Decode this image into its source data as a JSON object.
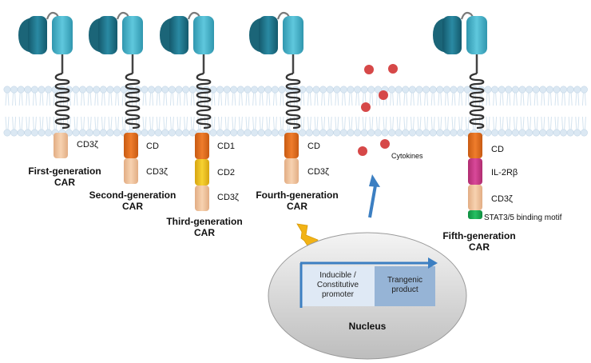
{
  "generations": [
    {
      "title_line1": "First-generation",
      "title_line2": "CAR",
      "domains": [
        "CD3ζ"
      ]
    },
    {
      "title_line1": "Second-generation",
      "title_line2": "CAR",
      "domains": [
        "CD",
        "CD3ζ"
      ]
    },
    {
      "title_line1": "Third-generation",
      "title_line2": "CAR",
      "domains": [
        "CD1",
        "CD2",
        "CD3ζ"
      ]
    },
    {
      "title_line1": "Fourth-generation",
      "title_line2": "CAR",
      "domains": [
        "CD",
        "CD3ζ"
      ]
    },
    {
      "title_line1": "Fifth-generation",
      "title_line2": "CAR",
      "domains": [
        "CD",
        "IL-2Rβ",
        "CD3ζ",
        "STAT3/5 binding motif"
      ]
    }
  ],
  "cytokines_label": "Cytokines",
  "nucleus": {
    "label": "Nucleus",
    "promoter_label": "Inducible / Constitutive promoter",
    "product_label": "Trangenic product"
  },
  "colors": {
    "cd3z": "#f1c29a",
    "costim": "#e06c1c",
    "costim2": "#f2c218",
    "il2rb": "#cc3a86",
    "stat": "#17a84f",
    "scfv_dark": "#1e6e84",
    "scfv_light": "#45b4cb",
    "cytokine": "#d64848",
    "arrow": "#3c7fc2"
  }
}
